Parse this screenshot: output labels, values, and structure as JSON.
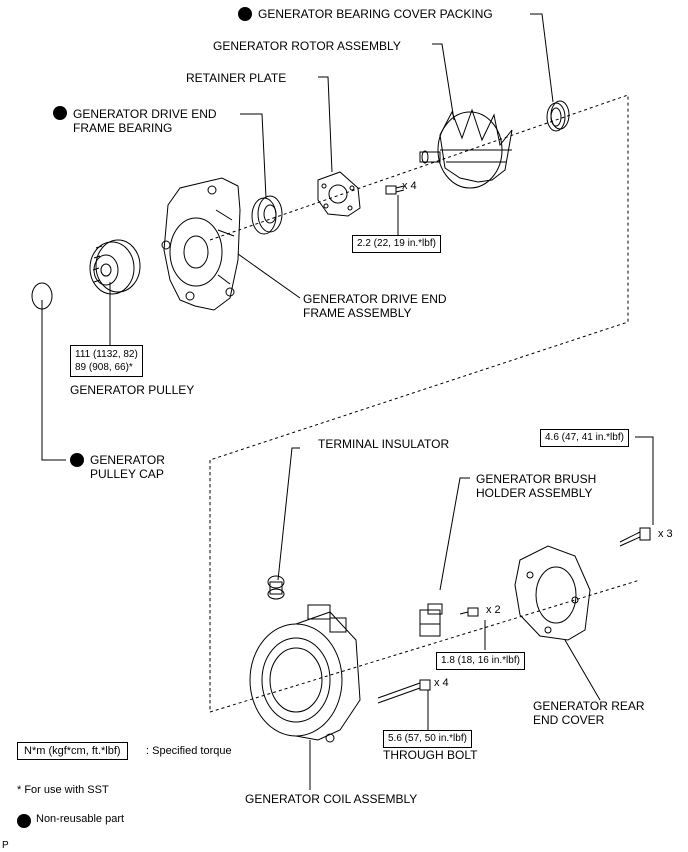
{
  "labels": {
    "bearing_cover_packing": "GENERATOR BEARING COVER PACKING",
    "rotor_assembly": "GENERATOR ROTOR ASSEMBLY",
    "retainer_plate": "RETAINER PLATE",
    "drive_end_frame_bearing_1": "GENERATOR DRIVE END",
    "drive_end_frame_bearing_2": "FRAME BEARING",
    "drive_end_frame_assembly_1": "GENERATOR DRIVE END",
    "drive_end_frame_assembly_2": "FRAME ASSEMBLY",
    "pulley": "GENERATOR PULLEY",
    "pulley_cap_1": "GENERATOR",
    "pulley_cap_2": "PULLEY CAP",
    "terminal_insulator": "TERMINAL INSULATOR",
    "brush_holder_1": "GENERATOR BRUSH",
    "brush_holder_2": "HOLDER ASSEMBLY",
    "rear_end_cover_1": "GENERATOR REAR",
    "rear_end_cover_2": "END COVER",
    "through_bolt": "THROUGH BOLT",
    "coil_assembly": "GENERATOR COIL ASSEMBLY"
  },
  "torques": {
    "retainer_screw": "2.2 (22, 19 in.*lbf)",
    "pulley_1": "111 (1132, 82)",
    "pulley_2": "89 (908, 66)*",
    "rear_cover_bolt": "4.6 (47, 41 in.*lbf)",
    "brush_holder_screw": "1.8 (18, 16 in.*lbf)",
    "through_bolt": "5.6 (57, 50 in.*lbf)"
  },
  "counts": {
    "retainer_screw": "x 4",
    "rear_cover_bolt": "x 3",
    "brush_holder_screw": "x 2",
    "through_bolt": "x 4"
  },
  "legend": {
    "torque_unit": "N*m (kgf*cm, ft.*lbf)",
    "torque_desc": ": Specified torque",
    "sst_note": "* For use with SST",
    "non_reusable": "Non-reusable part"
  },
  "footer_code": "P"
}
